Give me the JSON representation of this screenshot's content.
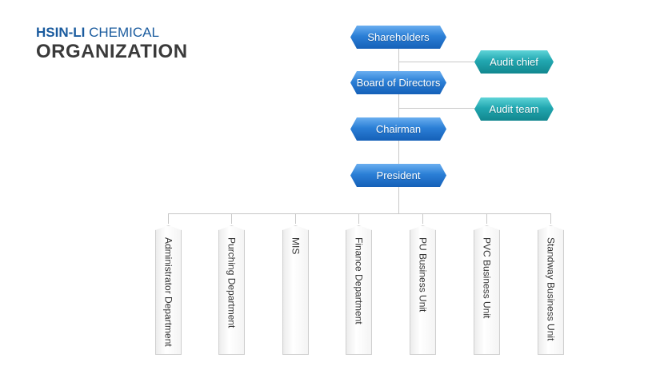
{
  "title": {
    "line1_bold": "HSIN-LI",
    "line1_rest": " CHEMICAL",
    "line2": "ORGANIZATION"
  },
  "chain": {
    "shareholders": "Shareholders",
    "board": "Board of Directors",
    "chairman": "Chairman",
    "president": "President"
  },
  "side": {
    "audit_chief": "Audit chief",
    "audit_team": "Audit team"
  },
  "departments": [
    "Administrator Department",
    "Purching Department",
    "MIS",
    "Finance Department",
    "PU Business Unit",
    "PVC Business Unit",
    "Standway Business Unit"
  ],
  "colors": {
    "blue_node": "#2b7fd6",
    "teal_node": "#22a7b0",
    "title_blue": "#1a5b9e",
    "title_dark": "#3a3a3a"
  }
}
